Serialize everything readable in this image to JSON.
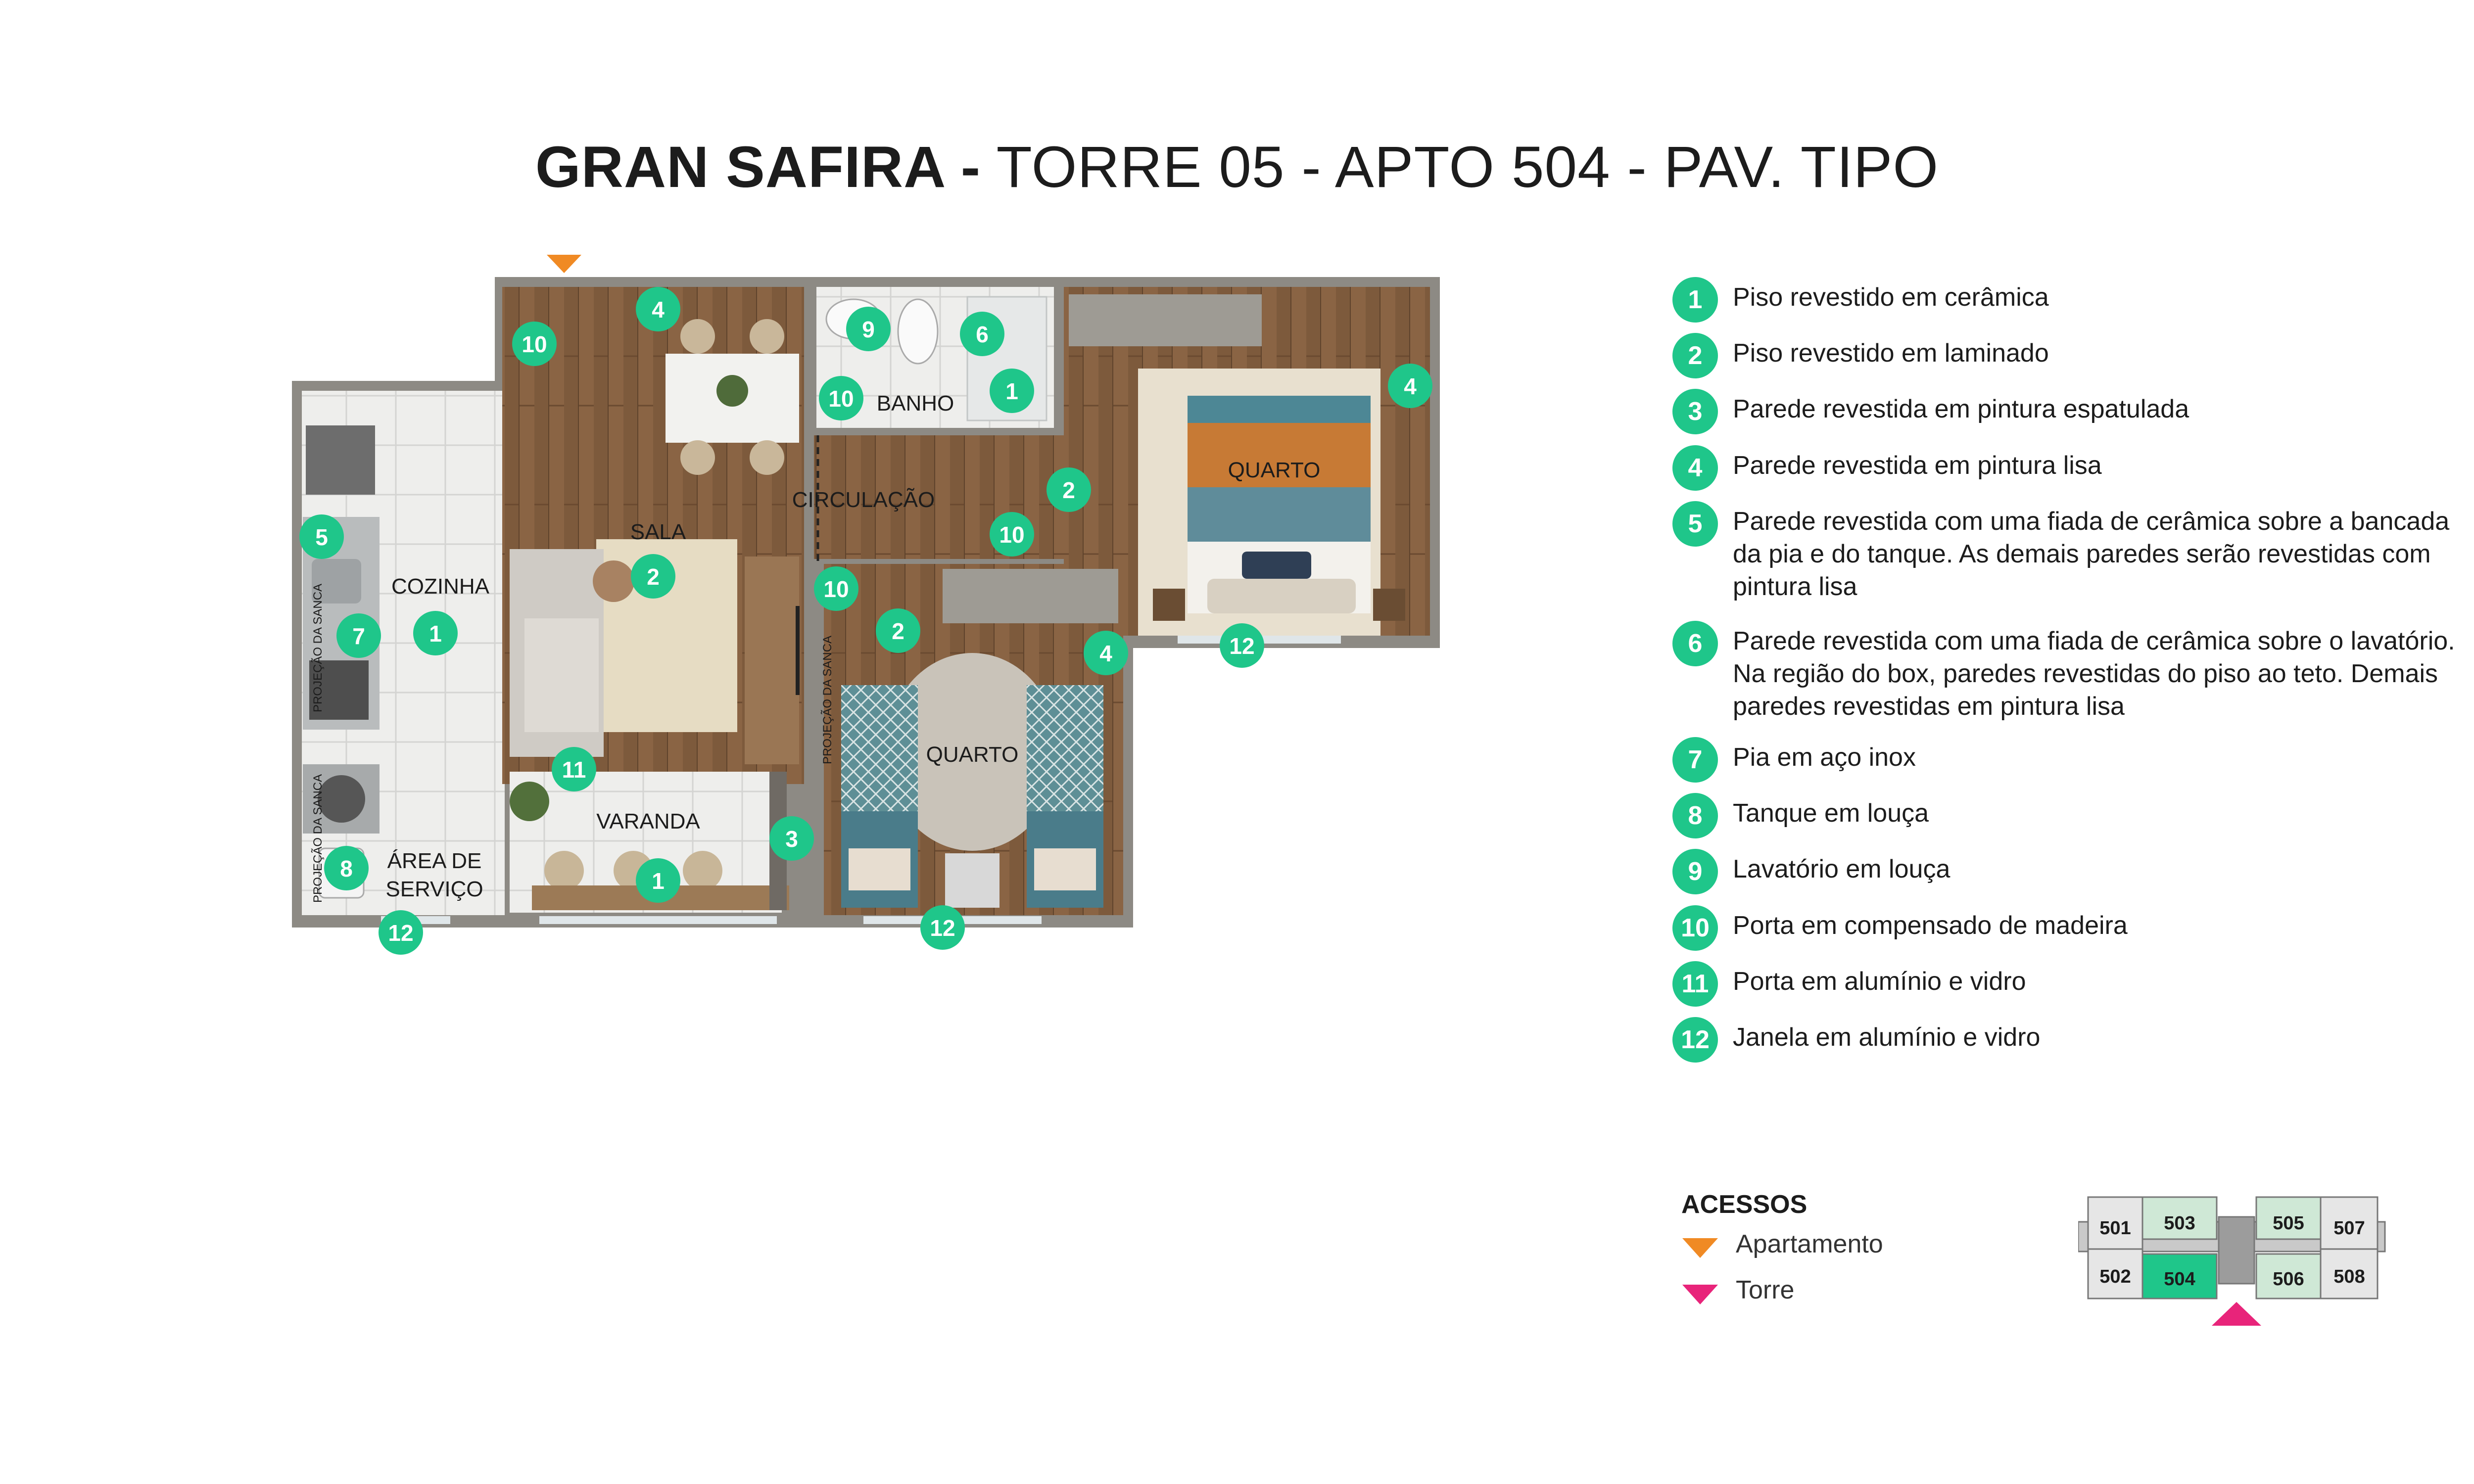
{
  "title": {
    "bold": "GRAN SAFIRA -",
    "light": "TORRE 05 - APTO 504 - PAV. TIPO"
  },
  "rooms": {
    "sala": "SALA",
    "cozinha": "COZINHA",
    "banho": "BANHO",
    "circulacao": "CIRCULAÇÃO",
    "quarto1": "QUARTO",
    "quarto2": "QUARTO",
    "varanda": "VARANDA",
    "area_line1": "ÁREA DE",
    "area_line2": "SERVIÇO",
    "projecao": "PROJEÇÃO DA SANCA"
  },
  "markers": [
    "10",
    "4",
    "9",
    "6",
    "1",
    "10",
    "4",
    "2",
    "10",
    "5",
    "2",
    "7",
    "1",
    "10",
    "2",
    "4",
    "11",
    "3",
    "8",
    "1",
    "12",
    "12",
    "12"
  ],
  "legend": [
    {
      "num": "1",
      "text": "Piso revestido em cerâmica"
    },
    {
      "num": "2",
      "text": "Piso revestido em laminado"
    },
    {
      "num": "3",
      "text": "Parede revestida em pintura espatulada"
    },
    {
      "num": "4",
      "text": "Parede revestida em pintura lisa"
    },
    {
      "num": "5",
      "text": "Parede revestida com uma fiada de cerâmica sobre a bancada da pia e do tanque. As demais paredes serão revestidas com pintura lisa"
    },
    {
      "num": "6",
      "text": "Parede revestida com uma fiada de cerâmica sobre o lavatório. Na região do box, paredes revestidas do piso ao teto. Demais paredes revestidas em pintura lisa"
    },
    {
      "num": "7",
      "text": "Pia em aço inox"
    },
    {
      "num": "8",
      "text": "Tanque em louça"
    },
    {
      "num": "9",
      "text": "Lavatório em louça"
    },
    {
      "num": "10",
      "text": "Porta em compensado de madeira"
    },
    {
      "num": "11",
      "text": "Porta em alumínio e vidro"
    },
    {
      "num": "12",
      "text": "Janela em alumínio e vidro"
    }
  ],
  "acessos": {
    "title": "ACESSOS",
    "apartamento": "Apartamento",
    "torre": "Torre"
  },
  "keyplan": {
    "units": [
      "501",
      "502",
      "503",
      "504",
      "505",
      "506",
      "507",
      "508"
    ]
  },
  "colors": {
    "accent": "#1fc68a",
    "apartment_access": "#f08a24",
    "tower_access": "#e8247a",
    "highlight_unit": "#1fc68a",
    "other_units": "#cfe8d6"
  }
}
